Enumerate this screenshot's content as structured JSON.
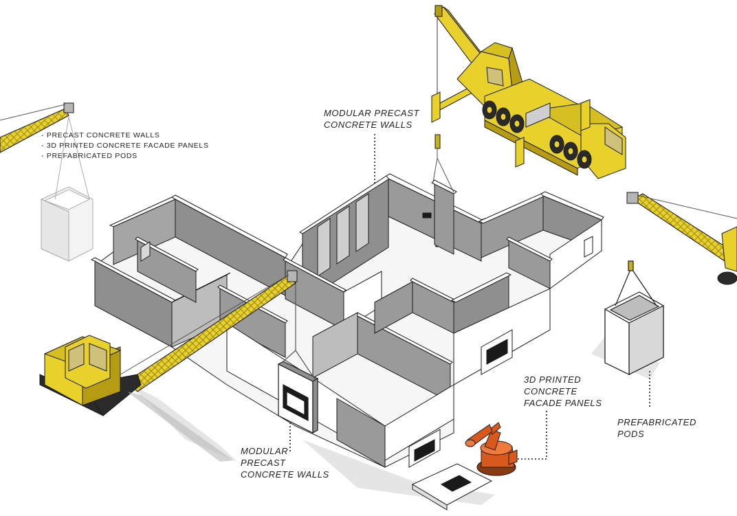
{
  "labels": {
    "top": [
      "MODULAR PRECAST",
      "CONCRETE WALLS"
    ],
    "bottom": [
      "MODULAR",
      "PRECAST",
      "CONCRETE WALLS"
    ],
    "facade": [
      "3D PRINTED",
      "CONCRETE",
      "FACADE PANELS"
    ],
    "pods": [
      "PREFABRICATED",
      "PODS"
    ]
  },
  "bullets": [
    "- PRECAST CONCRETE WALLS",
    "- 3D PRINTED CONCRETE FACADE PANELS",
    "- PREFABRICATED  PODS"
  ],
  "colors": {
    "crane": "#e9d12c",
    "crane_dark": "#b59c12",
    "robot": "#d9581c",
    "wall_top": "#ffffff",
    "wall_face": "#8f8f8f",
    "wall_shadow": "#bdbdbd",
    "outline": "#1a1a1a"
  }
}
